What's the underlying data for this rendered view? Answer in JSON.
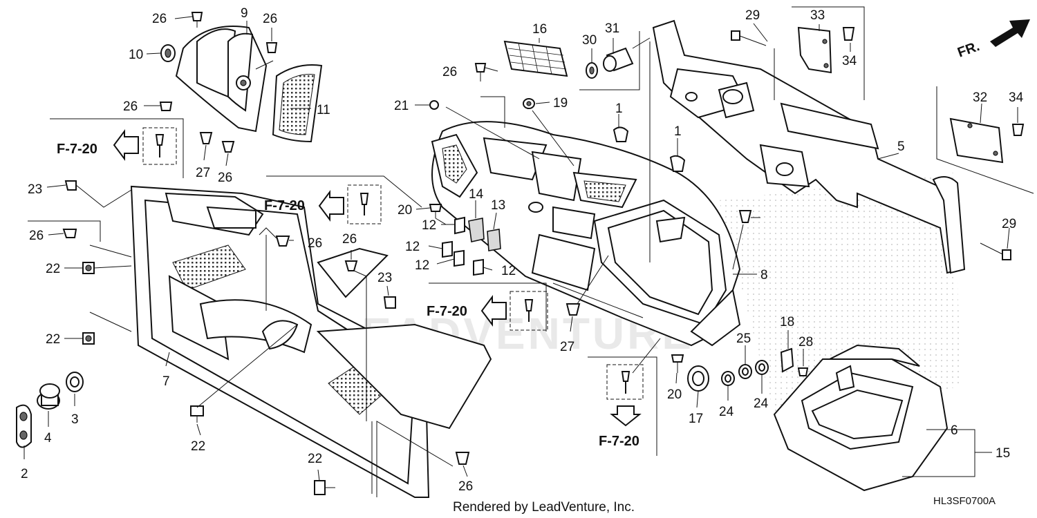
{
  "labels": {
    "n1a": "1",
    "n1b": "1",
    "n2": "2",
    "n3": "3",
    "n4": "4",
    "n5": "5",
    "n6": "6",
    "n7": "7",
    "n8": "8",
    "n9": "9",
    "n10": "10",
    "n11": "11",
    "n12a": "12",
    "n12b": "12",
    "n12c": "12",
    "n12d": "12",
    "n13": "13",
    "n14": "14",
    "n15": "15",
    "n16": "16",
    "n17": "17",
    "n18": "18",
    "n19": "19",
    "n20a": "20",
    "n20b": "20",
    "n21": "21",
    "n22a": "22",
    "n22b": "22",
    "n22c": "22",
    "n22d": "22",
    "n23a": "23",
    "n23b": "23",
    "n24a": "24",
    "n24b": "24",
    "n25": "25",
    "n26a": "26",
    "n26b": "26",
    "n26c": "26",
    "n26d": "26",
    "n26e": "26",
    "n26f": "26",
    "n26g": "26",
    "n26h": "26",
    "n26i": "26",
    "n27a": "27",
    "n27b": "27",
    "n28": "28",
    "n29a": "29",
    "n29b": "29",
    "n30": "30",
    "n31": "31",
    "n32": "32",
    "n33": "33",
    "n34a": "34",
    "n34b": "34"
  },
  "references": {
    "ref1": "F-7-20",
    "ref2": "F-7-20",
    "ref3": "F-7-20",
    "ref4": "F-7-20"
  },
  "front_marker": "FR.",
  "credit": "Rendered by LeadVenture, Inc.",
  "diagram_code": "HL3SF0700A",
  "watermark": "LEADVENTURE"
}
